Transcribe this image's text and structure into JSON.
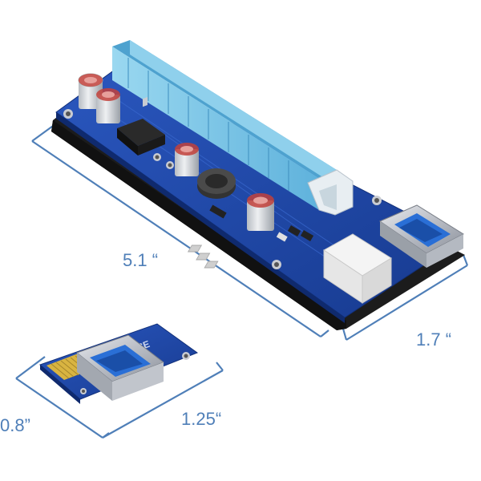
{
  "dimensions": {
    "riser_length": "5.1 “",
    "riser_width": "1.7 “",
    "adapter_width": "1.25“",
    "adapter_height": "0.8”"
  },
  "colors": {
    "pcb_blue": "#1f47a8",
    "slot_cyan": "#7cc8e8",
    "dimension_line": "#4f7fb8",
    "foam_black": "#1c1c1c",
    "usb_blue": "#2a6fd6",
    "gold": "#d9b441"
  }
}
